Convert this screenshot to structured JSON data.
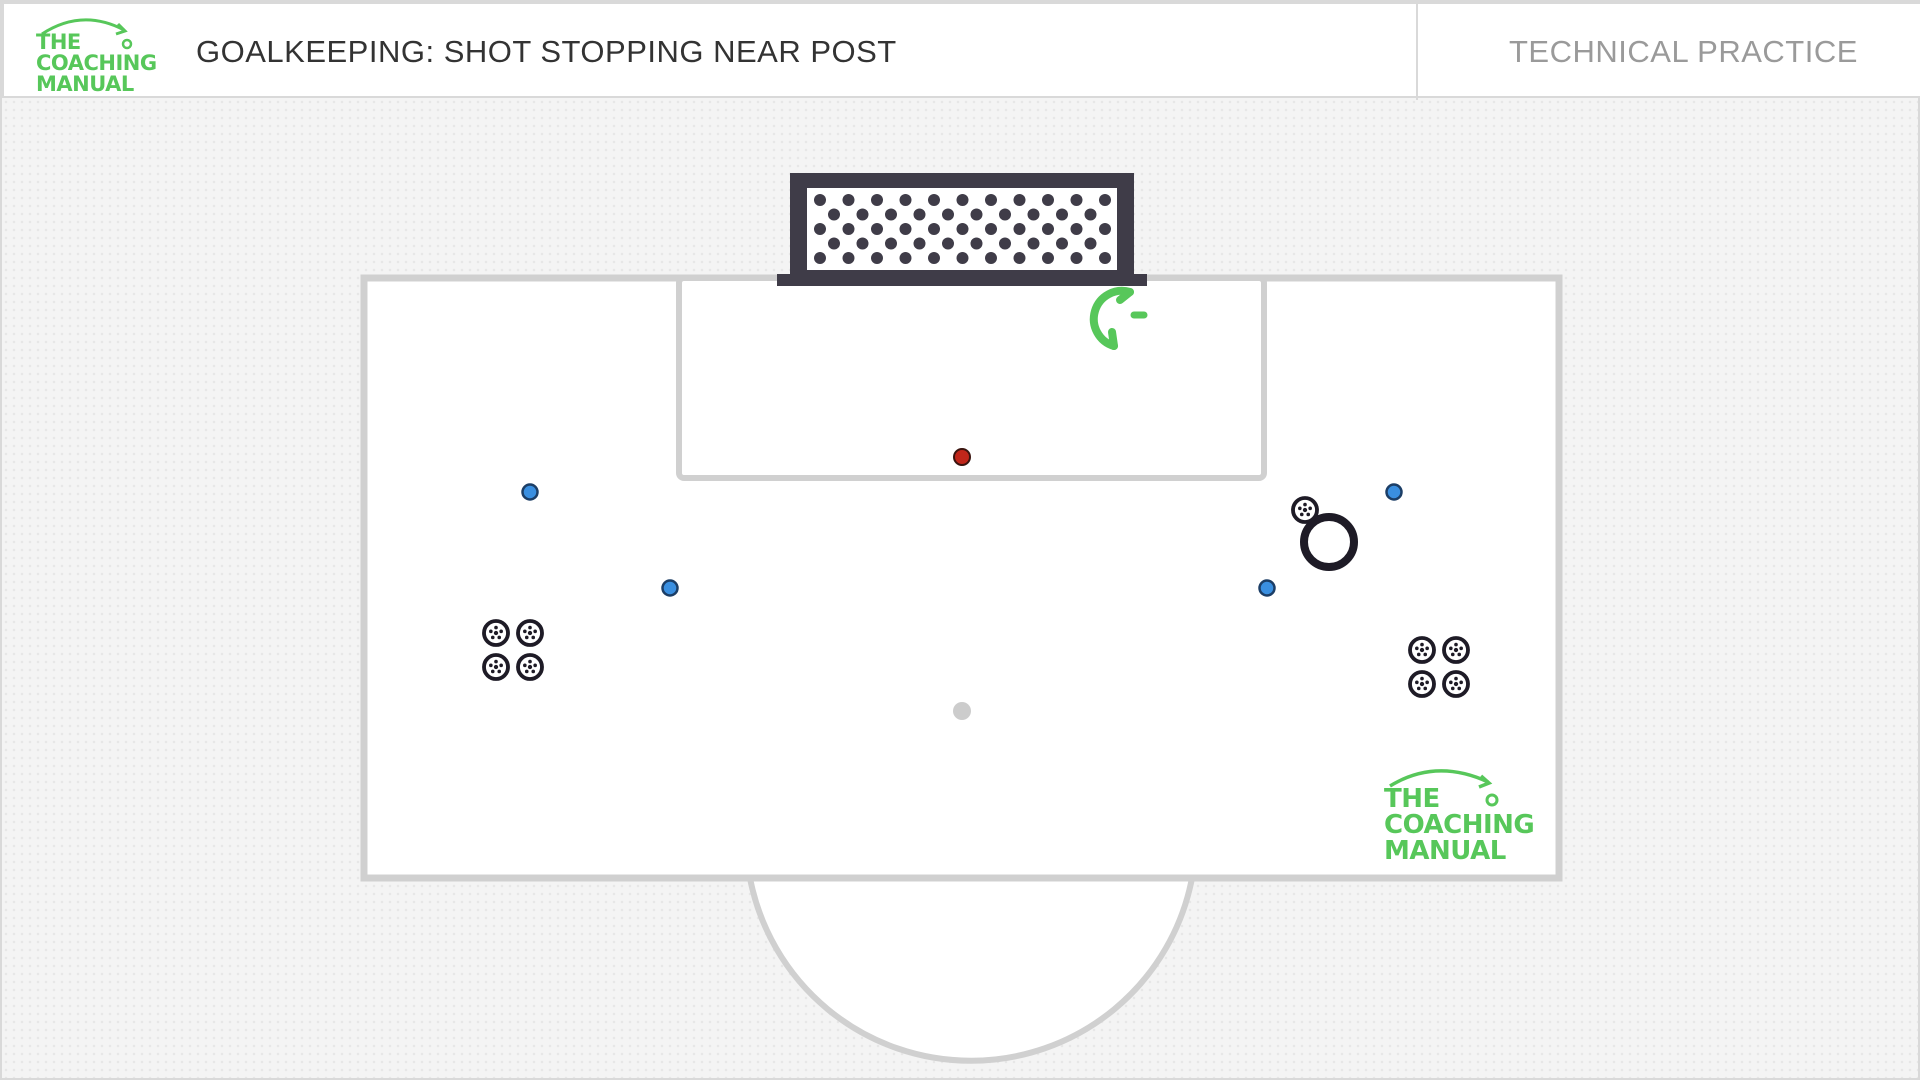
{
  "header": {
    "logo": {
      "line1": "THE",
      "line2": "COACHING",
      "line3": "MANUAL"
    },
    "title": "GOALKEEPING: SHOT STOPPING NEAR POST",
    "category": "TECHNICAL PRACTICE"
  },
  "watermark": {
    "line1": "THE",
    "line2": "COACHING",
    "line3": "MANUAL"
  },
  "colors": {
    "brand_green": "#57c75a",
    "pitch_lines": "#d0d0d0",
    "goal_frame": "#3f3c48",
    "cone_blue": "#3a8fe0",
    "goalkeeper_red": "#c0261a",
    "spot_grey": "#cccccc",
    "player_ring": "#1e1b26"
  },
  "diagram": {
    "cones": [
      {
        "name": "cone-left-top"
      },
      {
        "name": "cone-left-bottom"
      },
      {
        "name": "cone-right-bottom"
      },
      {
        "name": "cone-right-top"
      }
    ],
    "goalkeeper": {
      "marker": "red-dot"
    },
    "movement": {
      "icon": "rotation-arrow-icon"
    },
    "ball_groups": [
      {
        "name": "ball-group-left",
        "count": 4
      },
      {
        "name": "ball-group-right",
        "count": 4
      }
    ],
    "shooter": {
      "marker": "black-ring-with-ball"
    }
  }
}
